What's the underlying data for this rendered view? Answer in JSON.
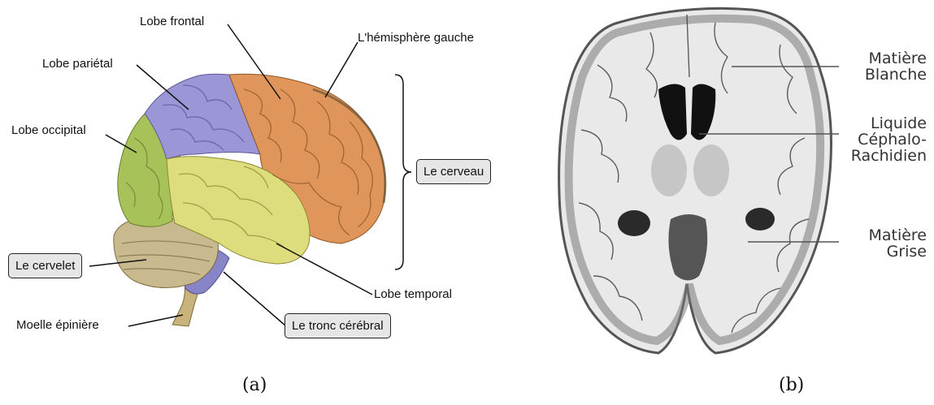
{
  "panel_a": {
    "labels": {
      "frontal": "Lobe frontal",
      "hemisphere": "L'hémisphère gauche",
      "parietal": "Lobe pariétal",
      "occipital": "Lobe occipital",
      "temporal": "Lobe temporal",
      "spinal": "Moelle épinière"
    },
    "boxes": {
      "cerveau": "Le cerveau",
      "cervelet": "Le cervelet",
      "tronc": "Le tronc cérébral"
    },
    "caption": "(a)",
    "colors": {
      "frontal": "#e0965a",
      "parietal": "#9b96d6",
      "occipital": "#a8c25a",
      "temporal": "#dedd7e",
      "cerebellum": "#c9b98f",
      "brainstem": "#8785c8",
      "spinal": "#c8b47a"
    }
  },
  "panel_b": {
    "labels": {
      "white_1": "Matière",
      "white_2": "Blanche",
      "csf_1": "Liquide",
      "csf_2": "Céphalo-",
      "csf_3": "Rachidien",
      "grey_1": "Matière",
      "grey_2": "Grise"
    },
    "caption": "(b)"
  }
}
